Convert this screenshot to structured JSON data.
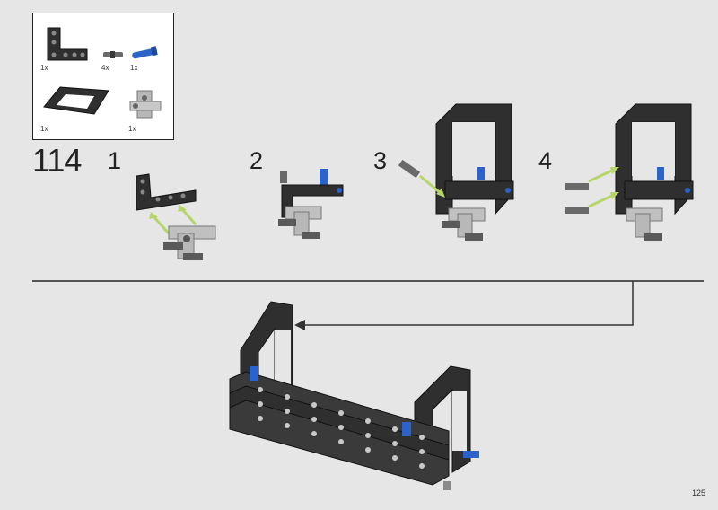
{
  "parts_list": {
    "items": [
      {
        "name": "L-beam",
        "qty": "1x"
      },
      {
        "name": "pin",
        "qty": "4x"
      },
      {
        "name": "blue axle pin",
        "qty": "1x"
      },
      {
        "name": "frame",
        "qty": "1x"
      },
      {
        "name": "connector",
        "qty": "1x"
      }
    ]
  },
  "step_number": "114",
  "sub_steps": [
    "1",
    "2",
    "3",
    "4"
  ],
  "page_number": "125",
  "colors": {
    "black_part": "#2f2f2f",
    "gray_part": "#b8b8b8",
    "blue_part": "#2b63c8",
    "arrow": "#b7d66a",
    "background": "#e6e6e6"
  }
}
